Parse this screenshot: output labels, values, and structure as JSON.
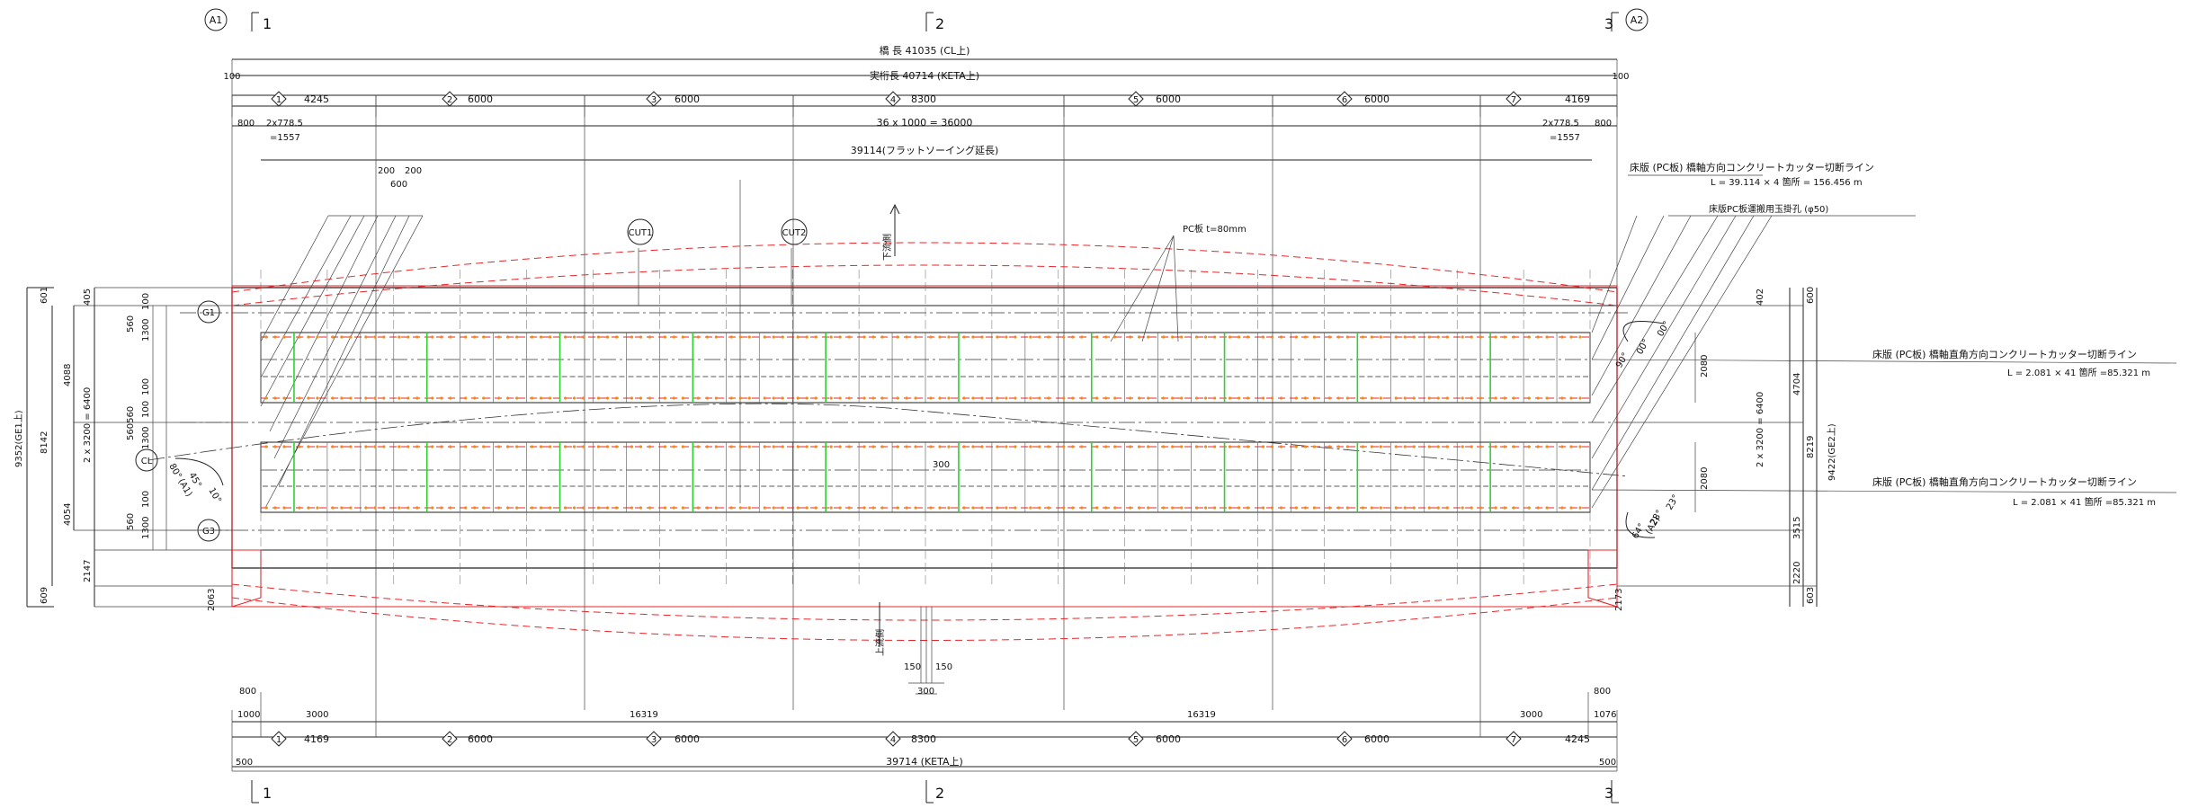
{
  "axes": {
    "a1": "A1",
    "a2": "A2",
    "g1": "G1",
    "g3": "G3",
    "cl": "CL",
    "p1": "1",
    "p2": "2",
    "p3": "3"
  },
  "top": {
    "bridge_length": "橋 長  41035 (CL上)",
    "girder_length": "実桁長  40714 (KETA上)",
    "end_left": "100",
    "end_right": "100",
    "spans": [
      {
        "no": "1",
        "len": "4245"
      },
      {
        "no": "2",
        "len": "6000"
      },
      {
        "no": "3",
        "len": "6000"
      },
      {
        "no": "4",
        "len": "8300"
      },
      {
        "no": "5",
        "len": "6000"
      },
      {
        "no": "6",
        "len": "6000"
      },
      {
        "no": "7",
        "len": "4169"
      }
    ],
    "grid_center": "36 x 1000 = 36000",
    "grid_left_800": "800",
    "grid_left_a": "2x778.5",
    "grid_left_b": "=1557",
    "grid_right_a": "2x778.5",
    "grid_right_800": "800",
    "grid_right_b": "=1557",
    "flat_sawing": "39114(フラットソーイング延長)",
    "d200a": "200",
    "d200b": "200",
    "d600": "600"
  },
  "labels": {
    "cut1": "CUT1",
    "cut2": "CUT2",
    "downstream": "下流側",
    "upstream": "上流側",
    "pc_plate": "PC板 t=80mm",
    "d300": "300",
    "cutter_long_title": "床版 (PC板) 橋軸方向コンクリートカッター切断ライン",
    "cutter_long_value": "L = 39.114 × 4 箇所  = 156.456 m",
    "hook_hole": "床版PC板運搬用玉掛孔 (φ50)",
    "cutter_trans1_title": "床版 (PC板) 橋軸直角方向コンクリートカッター切断ライン",
    "cutter_trans1_value": "L = 2.081 × 41 箇所  =85.321 m",
    "cutter_trans2_title": "床版 (PC板) 橋軸直角方向コンクリートカッター切断ライン",
    "cutter_trans2_value": "L = 2.081 × 41 箇所  =85.321 m",
    "ang_left_80": "80°",
    "ang_left_45": "45°",
    "ang_left_10": "10°",
    "ang_left_a1": "(A1)",
    "ang_right_90": "90°",
    "ang_right_00": "00°",
    "ang_right_00b": "00°",
    "ang_right_64": "64°",
    "ang_right_28": "28°",
    "ang_right_23": "23°",
    "ang_right_a2": "(A2)"
  },
  "left_dims": {
    "total": "9352(GE1上)",
    "d8142": "8142",
    "d601": "601",
    "d609": "609",
    "d4088": "4088",
    "d4054": "4054",
    "d2147": "2147",
    "grid": "2 x 3200 = 6400",
    "d405": "405",
    "d560a": "560",
    "d100a": "100",
    "d1300a": "1300",
    "d560b": "560560",
    "d100b": "100",
    "d1300b": "1300",
    "d100c": "100",
    "d560c": "560",
    "d1300c": "1300",
    "d100d": "100",
    "d2063": "2063"
  },
  "right_dims": {
    "total": "9422(GE2上)",
    "d8219": "8219",
    "d600": "600",
    "d603": "603",
    "d4704": "4704",
    "d3515": "3515",
    "d2220": "2220",
    "grid": "2 x 3200 = 6400",
    "d402": "402",
    "d2080a": "2080",
    "d2080b": "2080",
    "d2173": "2173"
  },
  "bottom": {
    "d800l": "800",
    "d1000": "1000",
    "d3000l": "3000",
    "d16319a": "16319",
    "d16319b": "16319",
    "d3000r": "3000",
    "d800r": "800",
    "d1076": "1076",
    "spans": [
      {
        "no": "1",
        "len": "4169"
      },
      {
        "no": "2",
        "len": "6000"
      },
      {
        "no": "3",
        "len": "6000"
      },
      {
        "no": "4",
        "len": "8300"
      },
      {
        "no": "5",
        "len": "6000"
      },
      {
        "no": "6",
        "len": "6000"
      },
      {
        "no": "7",
        "len": "4245"
      }
    ],
    "end_left": "500",
    "end_right": "500",
    "girder_length": "39714 (KETA上)",
    "d150a": "150",
    "d150b": "150",
    "d300": "300"
  }
}
